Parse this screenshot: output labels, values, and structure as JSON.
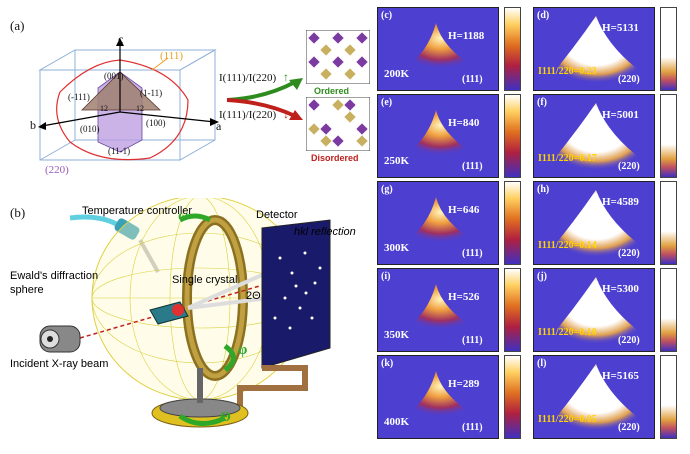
{
  "figure": {
    "panel_a_label": "(a)",
    "panel_b_label": "(b)"
  },
  "panel_a": {
    "axis_c": "c",
    "axis_b": "b",
    "axis_a": "a",
    "plane_111_label": "(111)",
    "plane_220_label": "(220)",
    "faces": [
      "(001)",
      "(-111)",
      "(1-11)",
      "(010)",
      "(100)",
      "(11-1)"
    ],
    "angle_left": "12",
    "angle_right": "12",
    "ratio_up": "I(111)/I(220)",
    "ratio_down": "I(111)/I(220)",
    "ordered_label": "Ordered",
    "disordered_label": "Disordered",
    "colors": {
      "ordered": "#2e8b1e",
      "disordered": "#c0201c",
      "plane_111": "#f0a020",
      "plane_220": "#9a5ab8"
    }
  },
  "panel_b": {
    "temperature_controller": "Temperature controller",
    "detector": "Detector",
    "hkl_reflection": "hkl reflection",
    "ewald_sphere_line1": "Ewald's diffraction",
    "ewald_sphere_line2": "sphere",
    "single_crystal": "Single crystal",
    "two_theta": "2Θ",
    "incident_beam": "Incident X-ray beam",
    "omega_glyph": "ω",
    "phi_glyph": "φ",
    "theta_glyph": "Θ"
  },
  "panels": [
    {
      "letter": "(c)",
      "temp": "200K",
      "H": "H=1188",
      "ratio": "",
      "plane": "(111)",
      "kind": "warm"
    },
    {
      "letter": "(d)",
      "temp": "",
      "H": "H=5131",
      "ratio": "I111/220=0.23",
      "plane": "(220)",
      "kind": "cool"
    },
    {
      "letter": "(e)",
      "temp": "250K",
      "H": "H=840",
      "ratio": "",
      "plane": "(111)",
      "kind": "warm"
    },
    {
      "letter": "(f)",
      "temp": "",
      "H": "H=5001",
      "ratio": "I111/220=0.17",
      "plane": "(220)",
      "kind": "cool"
    },
    {
      "letter": "(g)",
      "temp": "300K",
      "H": "H=646",
      "ratio": "",
      "plane": "(111)",
      "kind": "warm"
    },
    {
      "letter": "(h)",
      "temp": "",
      "H": "H=4589",
      "ratio": "I111/220=0.14",
      "plane": "(220)",
      "kind": "cool"
    },
    {
      "letter": "(i)",
      "temp": "350K",
      "H": "H=526",
      "ratio": "",
      "plane": "(111)",
      "kind": "warm"
    },
    {
      "letter": "(j)",
      "temp": "",
      "H": "H=5300",
      "ratio": "I111/220=0.10",
      "plane": "(220)",
      "kind": "cool"
    },
    {
      "letter": "(k)",
      "temp": "400K",
      "H": "H=289",
      "ratio": "",
      "plane": "(111)",
      "kind": "warm"
    },
    {
      "letter": "(l)",
      "temp": "",
      "H": "H=5165",
      "ratio": "I111/220=0.05",
      "plane": "(220)",
      "kind": "cool"
    }
  ]
}
